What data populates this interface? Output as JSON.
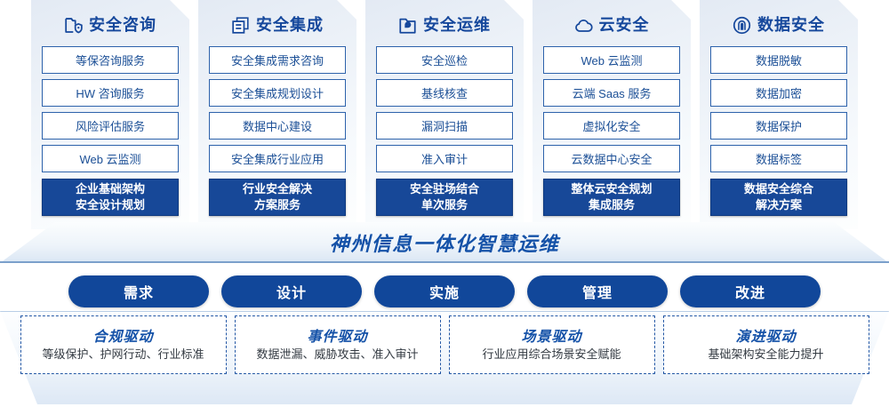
{
  "colors": {
    "brand_blue": "#16489c",
    "summary_bg": "#174898",
    "pill_bg": "#11479a",
    "item_border": "#2d62ab",
    "dashed_border": "#2458a5"
  },
  "columns": [
    {
      "icon": "folder-shield-icon",
      "title": "安全咨询",
      "items": [
        "等保咨询服务",
        "HW 咨询服务",
        "风险评估服务",
        "Web 云监测"
      ],
      "summary_line1": "企业基础架构",
      "summary_line2": "安全设计规划"
    },
    {
      "icon": "layered-documents-icon",
      "title": "安全集成",
      "items": [
        "安全集成需求咨询",
        "安全集成规划设计",
        "数据中心建设",
        "安全集成行业应用"
      ],
      "summary_line1": "行业安全解决",
      "summary_line2": "方案服务"
    },
    {
      "icon": "folder-chart-icon",
      "title": "安全运维",
      "items": [
        "安全巡检",
        "基线核查",
        "漏洞扫描",
        "准入审计"
      ],
      "summary_line1": "安全驻场结合",
      "summary_line2": "单次服务"
    },
    {
      "icon": "cloud-icon",
      "title": "云安全",
      "items": [
        "Web 云监测",
        "云端 Saas 服务",
        "虚拟化安全",
        "云数据中心安全"
      ],
      "summary_line1": "整体云安全规划",
      "summary_line2": "集成服务"
    },
    {
      "icon": "fingerprint-icon",
      "title": "数据安全",
      "items": [
        "数据脱敏",
        "数据加密",
        "数据保护",
        "数据标签"
      ],
      "summary_line1": "数据安全综合",
      "summary_line2": "解决方案"
    }
  ],
  "banner": {
    "title": "神州信息一体化智慧运维"
  },
  "phases": [
    {
      "label": "需求"
    },
    {
      "label": "设计"
    },
    {
      "label": "实施"
    },
    {
      "label": "管理"
    },
    {
      "label": "改进"
    }
  ],
  "drivers": [
    {
      "title": "合规驱动",
      "subtitle": "等级保护、护网行动、行业标准"
    },
    {
      "title": "事件驱动",
      "subtitle": "数据泄漏、威胁攻击、准入审计"
    },
    {
      "title": "场景驱动",
      "subtitle": "行业应用综合场景安全赋能"
    },
    {
      "title": "演进驱动",
      "subtitle": "基础架构安全能力提升"
    }
  ]
}
